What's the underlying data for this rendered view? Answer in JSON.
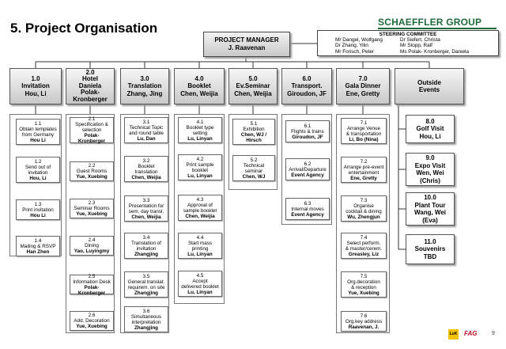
{
  "page_title": "5. Project Organisation",
  "brand": "SCHAEFFLER GROUP",
  "page_number": "9",
  "logos": [
    "LuK",
    "FAG"
  ],
  "project_manager": {
    "title": "PROJECT MANAGER",
    "name": "J. Raavenan"
  },
  "steering_committee": {
    "title": "STEERING COMMITTEE",
    "col1": [
      "Mr Dangel, Wolfgang",
      "Dr Zhang, Yilin",
      "Mr Forisch, Peter"
    ],
    "col2": [
      "Dr Siefert, Christa",
      "Mr Stopp, Ralf",
      "Ms Polak- Kronberger, Daniela"
    ]
  },
  "columns": [
    {
      "num": "1.0",
      "lines": [
        "Invitation",
        "Hou, Li"
      ],
      "items": [
        {
          "num": "1.1",
          "text": [
            "Obtain templates",
            "from Germany"
          ],
          "owner": "Hou Li"
        },
        {
          "num": "1.2",
          "text": [
            "Send out of",
            "invitation"
          ],
          "owner": "Hou, Li"
        },
        {
          "num": "1.3",
          "text": [
            "Print invitation"
          ],
          "owner": "Hou Li"
        },
        {
          "num": "1.4",
          "text": [
            "Mailing & RSVP"
          ],
          "owner": "Han Zhen"
        }
      ]
    },
    {
      "num": "2.0",
      "lines": [
        "Hotel",
        "Daniela",
        "Polak-",
        "Kronberger"
      ],
      "items": [
        {
          "num": "2.1",
          "text": [
            "Specification &",
            "selection"
          ],
          "owner": "Polak- Kronberger"
        },
        {
          "num": "2.2",
          "text": [
            "Guest Rooms"
          ],
          "owner": "Yue, Xuebing"
        },
        {
          "num": "2.3",
          "text": [
            "Seminar Rooms"
          ],
          "owner": "Yue, Xuebing"
        },
        {
          "num": "2.4",
          "text": [
            "Dining"
          ],
          "owner": "Yao, Luyingmy"
        },
        {
          "num": "2.5",
          "text": [
            "Information Desk"
          ],
          "owner": "Polak- Kronberger"
        },
        {
          "num": "2.6",
          "text": [
            "Add. Decoration"
          ],
          "owner": "Yue, Xuebing"
        }
      ]
    },
    {
      "num": "3.0",
      "lines": [
        "Translation",
        "Zhang, Jing"
      ],
      "items": [
        {
          "num": "3.1",
          "text": [
            "Technical Topic",
            "and round table"
          ],
          "owner": "Lu, Dan"
        },
        {
          "num": "3.2",
          "text": [
            "Booklet",
            "translation"
          ],
          "owner": "Chen, Weijia"
        },
        {
          "num": "3.3",
          "text": [
            "Presentation for",
            "sem. day transl."
          ],
          "owner": "Chen, Weijia"
        },
        {
          "num": "3.4",
          "text": [
            "Translation of",
            "invitation"
          ],
          "owner": "Zhangjing"
        },
        {
          "num": "3.5",
          "text": [
            "General translat.",
            "requirem. on site"
          ],
          "owner": "Zhangjing"
        },
        {
          "num": "3.6",
          "text": [
            "Simultaneous",
            "interpretation"
          ],
          "owner": "Zhangjing"
        }
      ]
    },
    {
      "num": "4.0",
      "lines": [
        "Booklet",
        "Chen, Weijia"
      ],
      "items": [
        {
          "num": "4.1",
          "text": [
            "Booklet type",
            "setting"
          ],
          "owner": "Lu, Linyan"
        },
        {
          "num": "4.2",
          "text": [
            "Print sample",
            "booklet"
          ],
          "owner": "Lu, Linyan"
        },
        {
          "num": "4.3",
          "text": [
            "Approval of",
            "sample booklet"
          ],
          "owner": "Chen, Weijia"
        },
        {
          "num": "4.4",
          "text": [
            "Start mass",
            "printing"
          ],
          "owner": "Lu, Linyan"
        },
        {
          "num": "4.5",
          "text": [
            "Accept",
            "delivered booklet"
          ],
          "owner": "Lu, Linyan"
        }
      ]
    },
    {
      "num": "5.0",
      "lines": [
        "Ev.Seminar",
        "Chen, Weijia"
      ],
      "items": [
        {
          "num": "5.1",
          "text": [
            "Exhibition"
          ],
          "owner": "Chen, WJ / Hirsch"
        },
        {
          "num": "5.2",
          "text": [
            "Technical",
            "seminar"
          ],
          "owner": "Chen, WJ"
        }
      ]
    },
    {
      "num": "6.0",
      "lines": [
        "Transport.",
        "Giroudon, JF"
      ],
      "items": [
        {
          "num": "6.1",
          "text": [
            "Flights & trains"
          ],
          "owner": "Giroudon, JF"
        },
        {
          "num": "6.2",
          "text": [
            "Arrival/Departure"
          ],
          "owner": "Event Agency"
        },
        {
          "num": "6.3",
          "text": [
            "Internal moves"
          ],
          "owner": "Event Agency"
        }
      ]
    },
    {
      "num": "7.0",
      "lines": [
        "Gala Dinner",
        "Ene, Gretty"
      ],
      "items": [
        {
          "num": "7.1",
          "text": [
            "Arrange Venue",
            "& transportation"
          ],
          "owner": "Li, Bo (Nina)"
        },
        {
          "num": "7.2",
          "text": [
            "Arrange pre-event",
            "entertainment"
          ],
          "owner": "Ene, Gretty"
        },
        {
          "num": "7.3",
          "text": [
            "Organise",
            "cocktail & dining"
          ],
          "owner": "Wu, Zhengjun"
        },
        {
          "num": "7.4",
          "text": [
            "Select  perform.",
            "& master/cerem."
          ],
          "owner": "Greasley, Liz"
        },
        {
          "num": "7.5",
          "text": [
            "Org.decoration",
            "& reception"
          ],
          "owner": "Yue, Xuebing"
        },
        {
          "num": "7.6",
          "text": [
            "Org.key address"
          ],
          "owner": "Raavenan, J."
        }
      ]
    }
  ],
  "outside_events": {
    "title_lines": [
      "Outside",
      "Events"
    ],
    "items": [
      {
        "num": "8.0",
        "lines": [
          "Golf Visit",
          "Hou, Li"
        ]
      },
      {
        "num": "9.0",
        "lines": [
          "Expo Visit",
          "Wen, Wei",
          "(Chris)"
        ]
      },
      {
        "num": "10.0",
        "lines": [
          "Plant Tour",
          "Wang, Wei",
          "(Eva)"
        ]
      },
      {
        "num": "11.0",
        "lines": [
          "Souvenirs",
          "TBD"
        ]
      }
    ]
  }
}
